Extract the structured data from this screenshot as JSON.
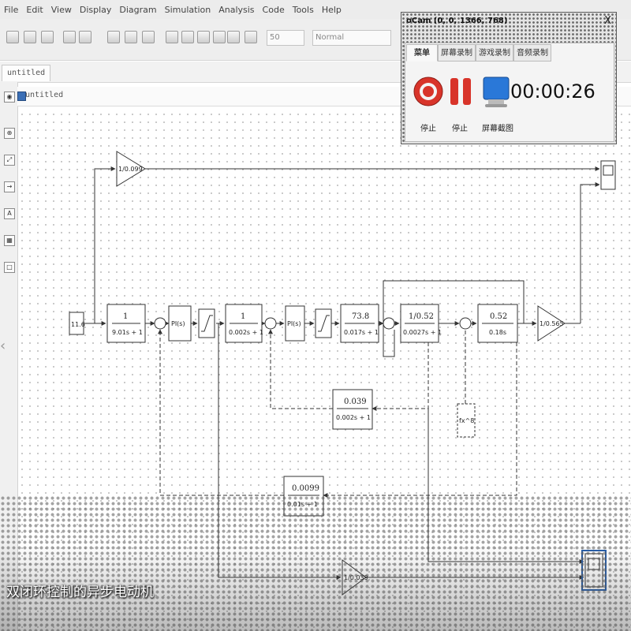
{
  "menu": [
    "File",
    "Edit",
    "View",
    "Display",
    "Diagram",
    "Simulation",
    "Analysis",
    "Code",
    "Tools",
    "Help"
  ],
  "toolbar": {
    "stop_time": "50",
    "sim_mode": "Normal"
  },
  "tab": {
    "label": "untitled"
  },
  "breadcrumb": "untitled",
  "blocks": {
    "constant": "11.6",
    "tf1_num": "1",
    "tf1_den": "9.01s + 1",
    "pi1": "PI(s)",
    "tf2_num": "1",
    "tf2_den": "0.002s + 1",
    "pi2": "PI(s)",
    "tf3_num": "73.8",
    "tf3_den": "0.017s + 1",
    "tf4_num": "1/0.52",
    "tf4_den": "0.0027s + 1",
    "tf5_num": "0.52",
    "tf5_den": "0.18s",
    "gain_out": "1/0.565",
    "gain_top": "1/0.099",
    "fb_inner_num": "0.039",
    "fb_inner_den": "0.002s + 1",
    "fb_outer_num": "0.0099",
    "fb_outer_den": "0.01s + 1",
    "step": "fx^8",
    "gain_bottom": "1/0.039"
  },
  "ocam": {
    "title": "oCam (0, 0, 1366, 768)",
    "close": "X",
    "tabs": [
      "菜单",
      "屏幕录制",
      "游戏录制",
      "音频录制"
    ],
    "buttons": [
      "停止",
      "停止",
      "屏幕截图"
    ],
    "timer": "00:00:26",
    "colors": {
      "record": "#d8342a",
      "pause": "#d8342a",
      "capture": "#2a78d8"
    }
  },
  "caption": "双闭环控制的异步电动机"
}
